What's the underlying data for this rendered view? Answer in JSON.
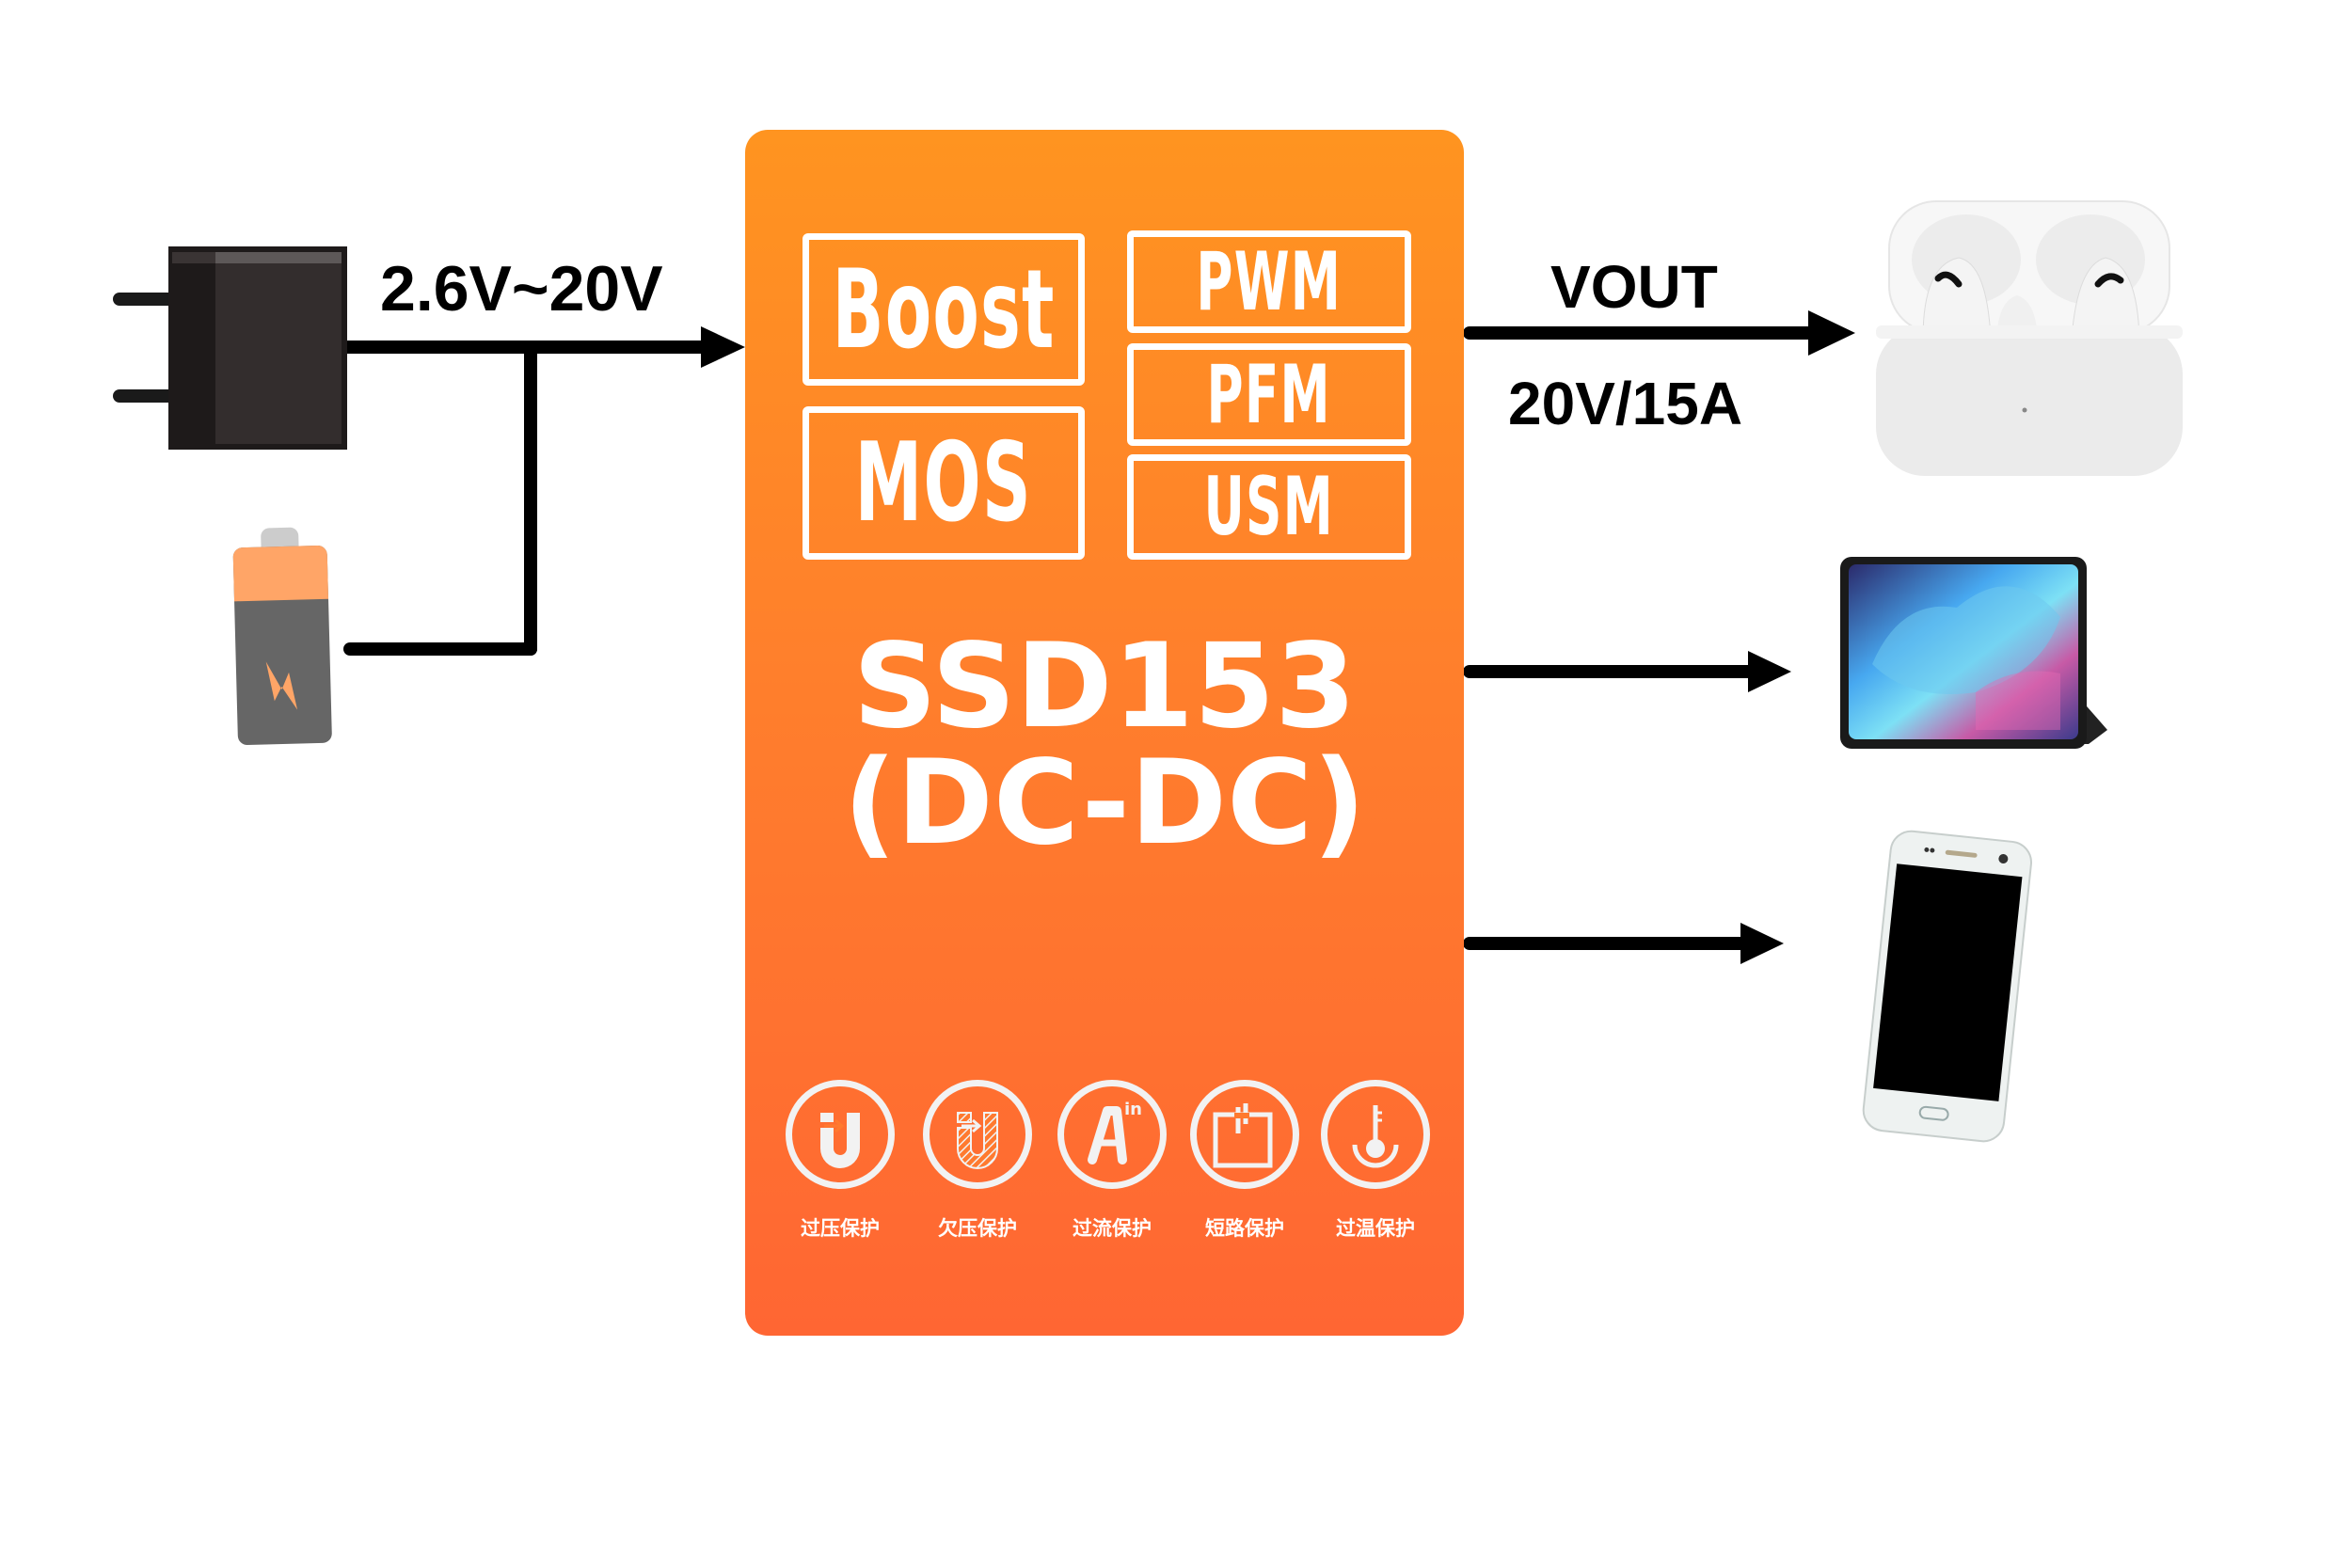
{
  "input": {
    "voltage_range_label": "2.6V~20V",
    "sources": [
      {
        "name": "power-adapter",
        "icon": "power-adapter-icon"
      },
      {
        "name": "battery",
        "icon": "battery-icon"
      }
    ]
  },
  "chip": {
    "name": "SSD153",
    "type": "(DC-DC)",
    "gradient_colors": [
      "#ff9420",
      "#ff6633"
    ],
    "features_left": [
      "Boost",
      "MOS"
    ],
    "features_right": [
      "PWM",
      "PFM",
      "USM"
    ],
    "protections": [
      {
        "label": "过压保护",
        "icon": "overvoltage-icon"
      },
      {
        "label": "欠压保护",
        "icon": "undervoltage-icon"
      },
      {
        "label": "过流保护",
        "icon": "overcurrent-icon"
      },
      {
        "label": "短路保护",
        "icon": "short-circuit-icon"
      },
      {
        "label": "过温保护",
        "icon": "overtemperature-icon"
      }
    ]
  },
  "output": {
    "label": "VOUT",
    "rating": "20V/15A",
    "devices": [
      {
        "name": "earbuds-case",
        "icon": "earbuds-icon"
      },
      {
        "name": "tablet",
        "icon": "tablet-icon"
      },
      {
        "name": "smartphone",
        "icon": "smartphone-icon"
      }
    ]
  }
}
